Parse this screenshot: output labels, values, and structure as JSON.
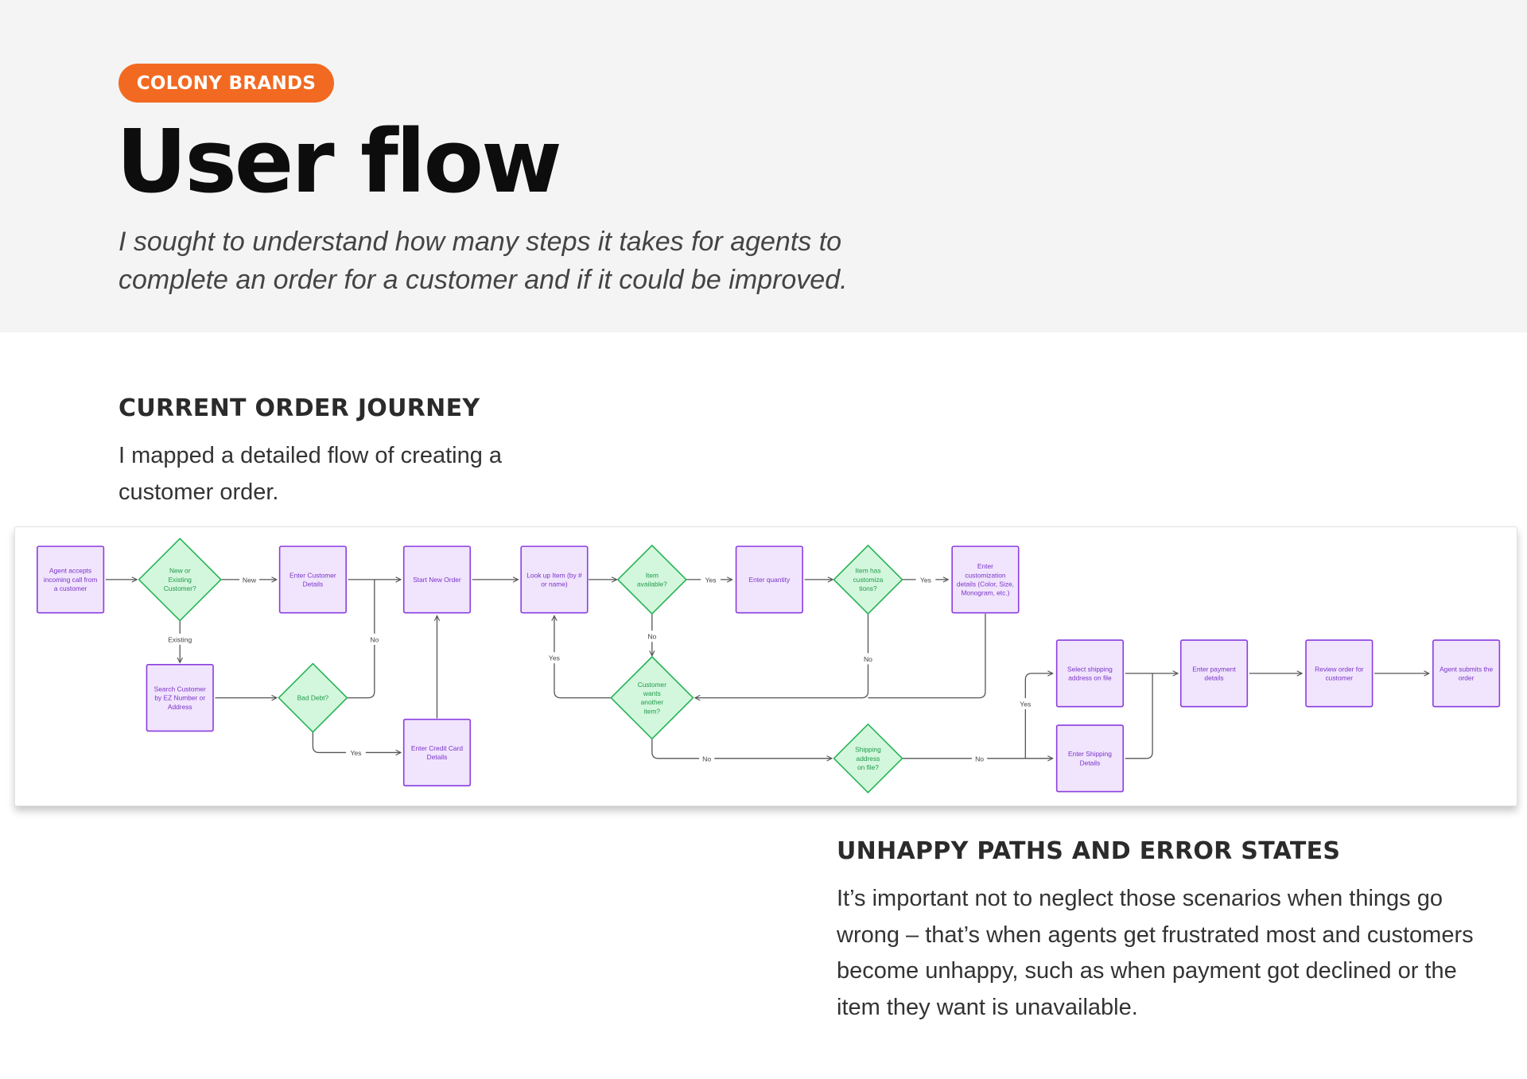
{
  "header": {
    "tag": "COLONY BRANDS",
    "title": "User flow",
    "subtitle": "I sought to understand how many steps it takes for agents to complete an order for a customer and if it could be improved."
  },
  "section_current": {
    "title": "CURRENT ORDER JOURNEY",
    "body": "I mapped a detailed flow of creating a customer order."
  },
  "section_unhappy": {
    "title": "UNHAPPY PATHS AND ERROR STATES",
    "body": "It’s important not to neglect those scenarios when things go wrong – that’s when agents get frustrated most and customers become unhappy, such as when payment got declined or the item they want is unavailable."
  },
  "colors": {
    "accent": "#f26a21",
    "process_fill": "#f1e4fd",
    "process_stroke": "#8a3ee0",
    "process_text": "#7a35c8",
    "decision_fill": "#d3f7dd",
    "decision_stroke": "#27b356",
    "decision_text": "#1f9a4a",
    "connector": "#555555"
  },
  "flow": {
    "nodes": [
      {
        "id": "accept",
        "kind": "process",
        "lines": [
          "Agent accepts",
          "incoming call from",
          "a customer"
        ]
      },
      {
        "id": "new_existing",
        "kind": "decision",
        "lines": [
          "New or",
          "Existing",
          "Customer?"
        ]
      },
      {
        "id": "enter_cust",
        "kind": "process",
        "lines": [
          "Enter Customer",
          "Details"
        ]
      },
      {
        "id": "start_order",
        "kind": "process",
        "lines": [
          "Start New Order"
        ]
      },
      {
        "id": "search",
        "kind": "process",
        "lines": [
          "Search Customer",
          "by EZ Number or",
          "Address"
        ]
      },
      {
        "id": "bad_debt",
        "kind": "decision",
        "lines": [
          "Bad Debt?"
        ]
      },
      {
        "id": "credit_card",
        "kind": "process",
        "lines": [
          "Enter Credit Card",
          "Details"
        ]
      },
      {
        "id": "lookup",
        "kind": "process",
        "lines": [
          "Look up Item (by #",
          "or name)"
        ]
      },
      {
        "id": "available",
        "kind": "decision",
        "lines": [
          "Item",
          "available?"
        ]
      },
      {
        "id": "quantity",
        "kind": "process",
        "lines": [
          "Enter quantity"
        ]
      },
      {
        "id": "custom_q",
        "kind": "decision",
        "lines": [
          "Item has",
          "customiza",
          "tions?"
        ]
      },
      {
        "id": "custom_details",
        "kind": "process",
        "lines": [
          "Enter",
          "customization",
          "details (Color, Size,",
          "Monogram, etc.)"
        ]
      },
      {
        "id": "another",
        "kind": "decision",
        "lines": [
          "Customer",
          "wants",
          "another",
          "item?"
        ]
      },
      {
        "id": "ship_q",
        "kind": "decision",
        "lines": [
          "Shipping",
          "address",
          "on file?"
        ]
      },
      {
        "id": "select_ship",
        "kind": "process",
        "lines": [
          "Select shipping",
          "address on file"
        ]
      },
      {
        "id": "enter_ship",
        "kind": "process",
        "lines": [
          "Enter Shipping",
          "Details"
        ]
      },
      {
        "id": "payment",
        "kind": "process",
        "lines": [
          "Enter payment",
          "details"
        ]
      },
      {
        "id": "review",
        "kind": "process",
        "lines": [
          "Review order for",
          "customer"
        ]
      },
      {
        "id": "submit",
        "kind": "process",
        "lines": [
          "Agent submits the",
          "order"
        ]
      }
    ],
    "labels": [
      {
        "id": "new",
        "text": "New"
      },
      {
        "id": "existing",
        "text": "Existing"
      },
      {
        "id": "baddebt_no",
        "text": "No"
      },
      {
        "id": "baddebt_yes",
        "text": "Yes"
      },
      {
        "id": "avail_yes",
        "text": "Yes"
      },
      {
        "id": "avail_no",
        "text": "No"
      },
      {
        "id": "custom_yes",
        "text": "Yes"
      },
      {
        "id": "custom_no",
        "text": "No"
      },
      {
        "id": "another_yes",
        "text": "Yes"
      },
      {
        "id": "another_no",
        "text": "No"
      },
      {
        "id": "ship_no",
        "text": "No"
      },
      {
        "id": "ship_yes",
        "text": "Yes"
      }
    ]
  }
}
